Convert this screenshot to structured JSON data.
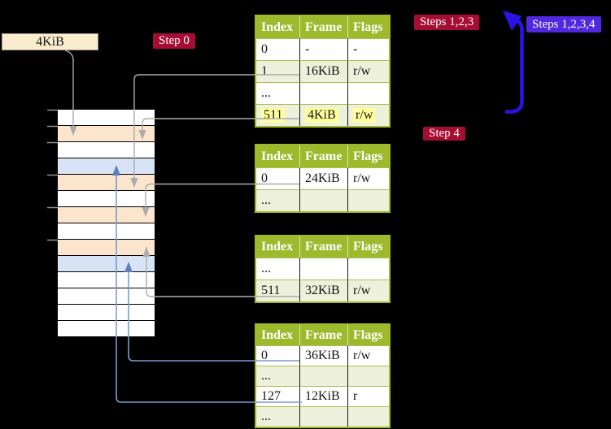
{
  "labels": {
    "source_box": "4KiB",
    "step0": "Step 0",
    "steps123": "Steps 1,2,3",
    "steps1234": "Steps 1,2,3,4",
    "step4": "Step 4"
  },
  "memory_strip": {
    "rows": [
      "white",
      "peach",
      "white",
      "blue",
      "peach",
      "white",
      "peach",
      "white",
      "peach",
      "blue",
      "white",
      "white",
      "white",
      "white"
    ]
  },
  "page_tables": [
    {
      "columns": [
        "Index",
        "Frame",
        "Flags"
      ],
      "rows": [
        {
          "index": "0",
          "frame": "-",
          "flags": "-"
        },
        {
          "index": "1",
          "frame": "16KiB",
          "flags": "r/w"
        },
        {
          "index": "...",
          "frame": "",
          "flags": ""
        },
        {
          "index": "511",
          "frame": "4KiB",
          "flags": "r/w",
          "highlight": true
        }
      ]
    },
    {
      "columns": [
        "Index",
        "Frame",
        "Flags"
      ],
      "rows": [
        {
          "index": "0",
          "frame": "24KiB",
          "flags": "r/w"
        },
        {
          "index": "...",
          "frame": "",
          "flags": ""
        }
      ]
    },
    {
      "columns": [
        "Index",
        "Frame",
        "Flags"
      ],
      "rows": [
        {
          "index": "...",
          "frame": "",
          "flags": ""
        },
        {
          "index": "511",
          "frame": "32KiB",
          "flags": "r/w"
        }
      ]
    },
    {
      "columns": [
        "Index",
        "Frame",
        "Flags"
      ],
      "rows": [
        {
          "index": "0",
          "frame": "36KiB",
          "flags": "r/w"
        },
        {
          "index": "...",
          "frame": "",
          "flags": ""
        },
        {
          "index": "127",
          "frame": "12KiB",
          "flags": "r"
        },
        {
          "index": "...",
          "frame": "",
          "flags": ""
        }
      ]
    }
  ],
  "arrows": [
    {
      "from": "4KiB source box",
      "to": "memory row at 4KiB",
      "color": "gray"
    },
    {
      "from": "table 1 entry 1 (16KiB)",
      "to": "memory row at 16KiB",
      "color": "gray"
    },
    {
      "from": "table 1 entry 511 (4KiB)",
      "to": "memory row at 4KiB",
      "color": "gray"
    },
    {
      "from": "table 2 entry 0 (24KiB)",
      "to": "memory row at 24KiB",
      "color": "gray"
    },
    {
      "from": "table 3 entry 511 (32KiB)",
      "to": "memory row at 32KiB",
      "color": "gray"
    },
    {
      "from": "table 4 entry 0 (36KiB)",
      "to": "memory row at 36KiB",
      "color": "blue"
    },
    {
      "from": "table 4 entry 127 (12KiB)",
      "to": "memory row at 12KiB",
      "color": "blue"
    },
    {
      "from": "loop bottom near Step 4",
      "to": "top page table",
      "color": "big-blue"
    }
  ],
  "colors": {
    "background": "#000000",
    "table_header_green": "#9cba2c",
    "table_row_green": "#edf0da",
    "row_highlight_yellow": "#ffff9c",
    "memory_peach": "#fce5cd",
    "memory_blue": "#d8e4f6",
    "badge_red": "#a60d33",
    "badge_blue": "#4f28e0",
    "big_arrow_blue": "#2a13e4",
    "connector_gray": "#ababab",
    "connector_blue": "#7b9cd0",
    "source_box_cream": "#fbeccd"
  }
}
